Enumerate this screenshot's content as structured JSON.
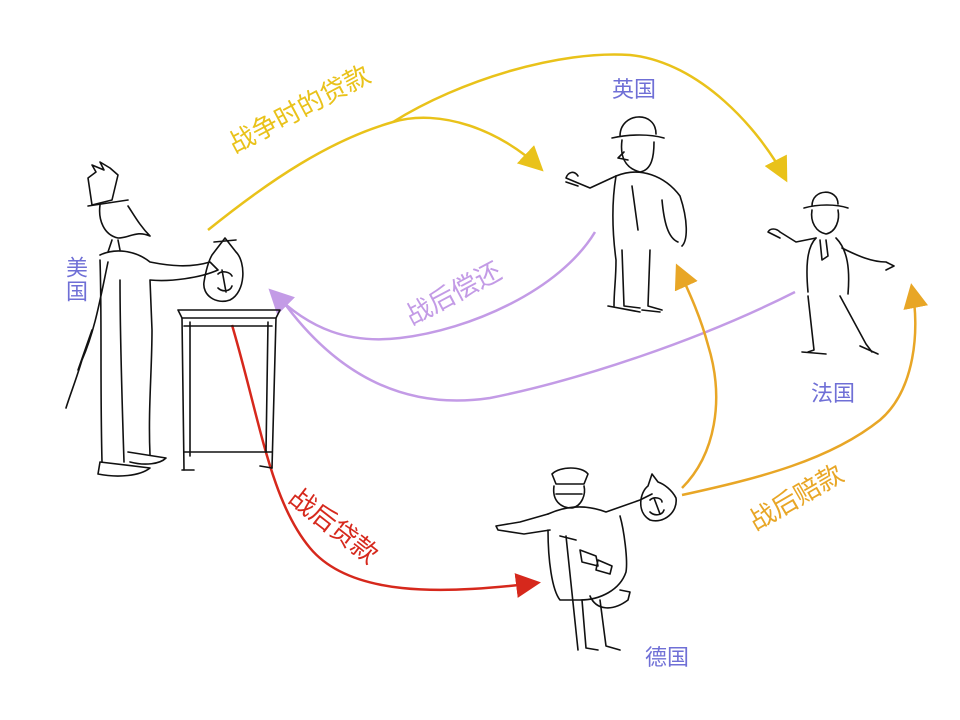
{
  "countries": {
    "usa": "美国",
    "uk": "英国",
    "france": "法国",
    "germany": "德国"
  },
  "flows": {
    "war_loans": {
      "label": "战争时的贷款",
      "color": "#e9c21a"
    },
    "postwar_repayment": {
      "label": "战后偿还",
      "color": "#c39be6"
    },
    "postwar_loans": {
      "label": "战后贷款",
      "color": "#d6281c"
    },
    "postwar_reparations": {
      "label": "战后赔款",
      "color": "#e8a626"
    }
  },
  "country_color": "#6f6fd6"
}
